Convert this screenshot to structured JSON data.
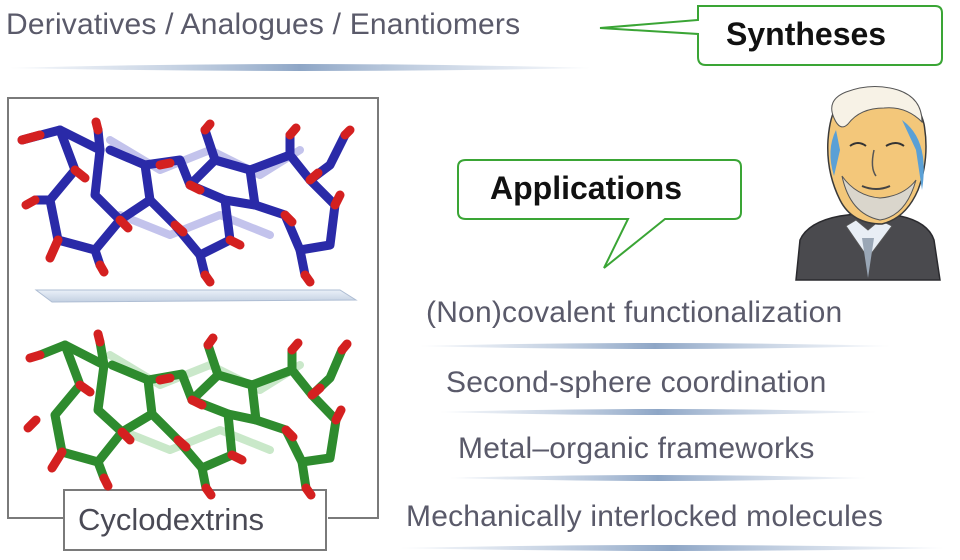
{
  "header": {
    "text": "Derivatives / Analogues / Enantiomers"
  },
  "callouts": {
    "syntheses": "Syntheses",
    "applications": "Applications"
  },
  "molecule_panel": {
    "label": "Cyclodextrins"
  },
  "applications": [
    "(Non)covalent functionalization",
    "Second-sphere coordination",
    "Metal–organic frameworks",
    "Mechanically interlocked molecules"
  ],
  "colors": {
    "bubble_border": "#3aa535",
    "rule": "#9fb3cf",
    "molecule_top": "#2a2aa8",
    "molecule_bottom": "#2e8b2e",
    "oxygen": "#d42020",
    "text": "#5a5a6a"
  }
}
